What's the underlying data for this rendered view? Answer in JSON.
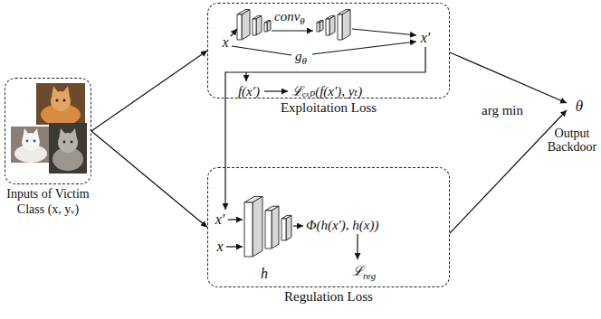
{
  "diagram": {
    "nodes": [
      {
        "text": [
          "Inputs of Victim Class (x, yᵥ)"
        ]
      },
      {
        "text": [
          "Exploitation Loss"
        ]
      },
      {
        "text": [
          "Regulation Loss"
        ]
      }
    ],
    "edges": [
      {
        "from": 0,
        "to": 1,
        "arrow": "to"
      },
      {
        "from": 0,
        "to": 2,
        "arrow": "to"
      }
    ],
    "labels": [
      "x",
      "conv",
      "θ",
      "g",
      "θ",
      "x′",
      "f(x′)",
      "ℒₑₓₚ(f(x′), yₜ)",
      "x′",
      "x",
      "h",
      "Φ(h(x′), h(x))",
      "ℒ",
      "reg",
      "arg min",
      "θ",
      "Output Backdoor"
    ]
  }
}
